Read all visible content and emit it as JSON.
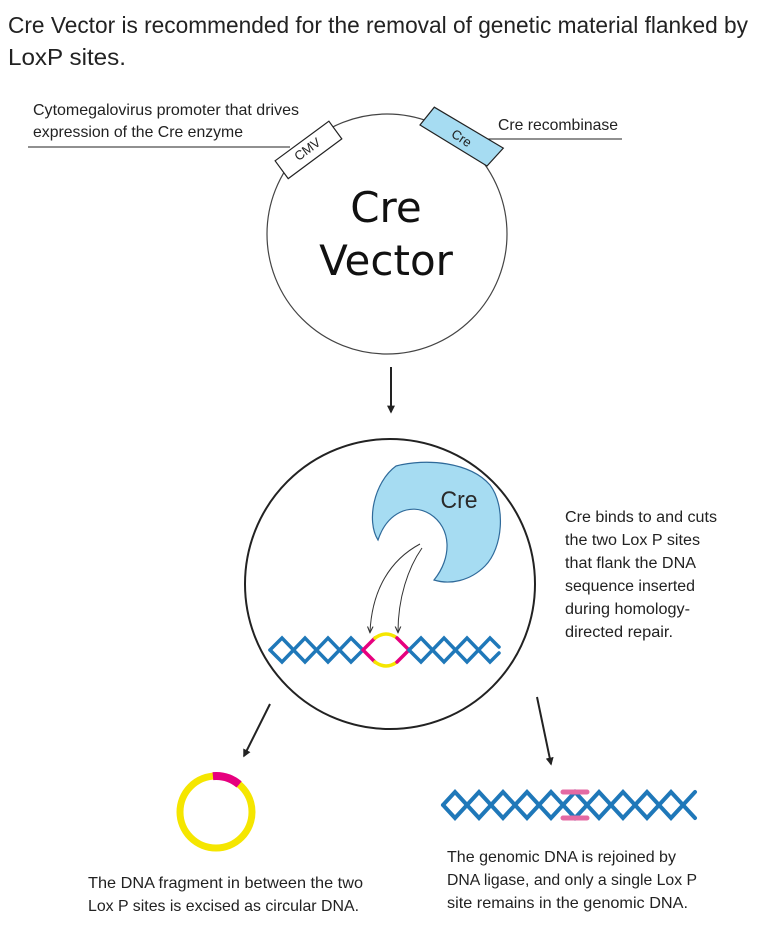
{
  "header": {
    "line1": "Cre Vector is recommended for the removal of genetic material flanked by",
    "line2": "LoxP sites."
  },
  "vector": {
    "title_line1": "Cre",
    "title_line2": "Vector",
    "cmv_label": "CMV",
    "cre_label": "Cre",
    "cmv_callout_line1": "Cytomegalovirus promoter that drives",
    "cmv_callout_line2": "expression of the Cre enzyme",
    "cre_callout": "Cre recombinase"
  },
  "cell": {
    "enzyme_label": "Cre",
    "description": [
      "Cre binds to and cuts",
      "the two Lox P sites",
      "that flank the DNA",
      "sequence inserted",
      "during homology-",
      "directed repair."
    ]
  },
  "outcomes": {
    "left_caption": [
      "The DNA fragment in between the two",
      "Lox P sites is excised as circular DNA."
    ],
    "right_caption": [
      "The genomic DNA is rejoined by",
      "DNA ligase, and only a single Lox P",
      "site remains in the genomic DNA."
    ]
  },
  "colors": {
    "dna_blue": "#1f78b9",
    "loxp_magenta": "#e6007e",
    "loxp_pink": "#e46aa3",
    "excised_yellow": "#f5e600",
    "cre_fill": "#a6dcf2"
  }
}
